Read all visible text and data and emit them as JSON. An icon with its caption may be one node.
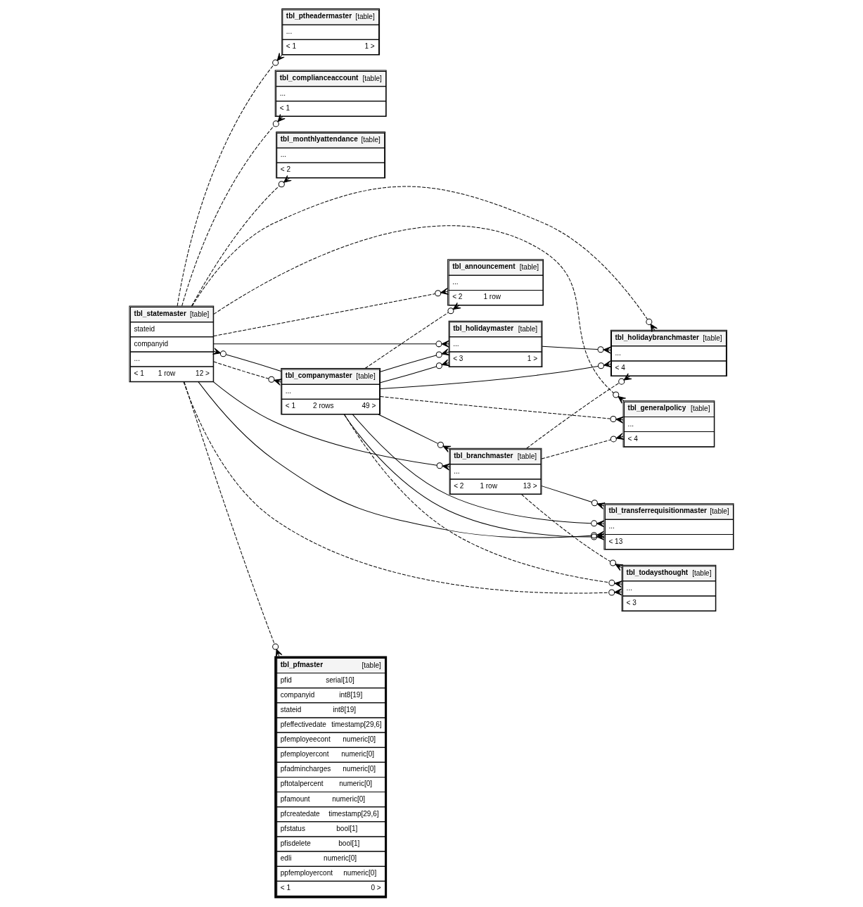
{
  "diagram": {
    "nodes": [
      {
        "text": [
          "tbl_statemaster",
          "[table]",
          "stateid",
          "companyid",
          "...",
          "< 1",
          "1 row",
          "12 >"
        ]
      },
      {
        "text": [
          "tbl_ptheadermaster",
          "[table]",
          "...",
          "< 1",
          "1 >"
        ]
      },
      {
        "text": [
          "tbl_complianceaccount",
          "[table]",
          "...",
          "< 1"
        ]
      },
      {
        "text": [
          "tbl_monthlyattendance",
          "[table]",
          "...",
          "< 2"
        ]
      },
      {
        "text": [
          "tbl_announcement",
          "[table]",
          "...",
          "< 2",
          "1 row"
        ]
      },
      {
        "text": [
          "tbl_pfmaster",
          "[table]",
          "pfid",
          "serial[10]",
          "companyid",
          "int8[19]",
          "stateid",
          "int8[19]",
          "pfeffectivedate",
          "timestamp[29,6]",
          "pfemployeecont",
          "numeric[0]",
          "pfemployercont",
          "numeric[0]",
          "pfadmincharges",
          "numeric[0]",
          "pftotalpercent",
          "numeric[0]",
          "pfamount",
          "numeric[0]",
          "pfcreatedate",
          "timestamp[29,6]",
          "pfstatus",
          "bool[1]",
          "pfisdelete",
          "bool[1]",
          "edli",
          "numeric[0]",
          "ppfemployercont",
          "numeric[0]",
          "< 1",
          "0 >"
        ]
      },
      {
        "text": [
          "tbl_holidaymaster",
          "[table]",
          "...",
          "< 3",
          "1 >"
        ]
      },
      {
        "text": [
          "tbl_holidaybranchmaster",
          "[table]",
          "...",
          "< 4"
        ]
      },
      {
        "text": [
          "tbl_generalpolicy",
          "[table]",
          "...",
          "< 4"
        ]
      },
      {
        "text": [
          "tbl_companymaster",
          "[table]",
          "...",
          "< 1",
          "2 rows",
          "49 >"
        ]
      },
      {
        "text": [
          "tbl_branchmaster",
          "[table]",
          "...",
          "< 2",
          "1 row",
          "13 >"
        ]
      },
      {
        "text": [
          "tbl_todaysthought",
          "[table]",
          "...",
          "< 3"
        ]
      },
      {
        "text": [
          "tbl_transferrequisitionmaster",
          "[table]",
          "...",
          "< 13"
        ]
      }
    ],
    "edges": [
      {
        "from": 0,
        "to": 1,
        "arrow": "other",
        "style": "dashed"
      },
      {
        "from": 0,
        "to": 2,
        "arrow": "other",
        "style": "dashed"
      },
      {
        "from": 0,
        "to": 3,
        "arrow": "other",
        "style": "dashed"
      },
      {
        "from": 0,
        "to": 4,
        "arrow": "other",
        "style": "dashed"
      },
      {
        "from": 0,
        "to": 5,
        "arrow": "other",
        "style": "dashed"
      },
      {
        "from": 0,
        "to": 6,
        "arrow": "other"
      },
      {
        "from": 0,
        "to": 7,
        "arrow": "other",
        "style": "dashed"
      },
      {
        "from": 0,
        "to": 8,
        "arrow": "other",
        "style": "dashed"
      },
      {
        "from": 0,
        "to": 9,
        "arrow": "other",
        "style": "dashed"
      },
      {
        "from": 0,
        "to": 10,
        "arrow": "other"
      },
      {
        "from": 0,
        "to": 11,
        "arrow": "other",
        "style": "dashed"
      },
      {
        "from": 0,
        "to": 12,
        "arrow": "other"
      },
      {
        "from": 9,
        "to": 0,
        "arrow": "other"
      },
      {
        "from": 9,
        "to": 4,
        "arrow": "other",
        "style": "dashed"
      },
      {
        "from": 9,
        "to": 6,
        "arrow": "other"
      },
      {
        "from": 9,
        "to": 6,
        "arrow": "other"
      },
      {
        "from": 9,
        "to": 7,
        "arrow": "other"
      },
      {
        "from": 9,
        "to": 8,
        "arrow": "other",
        "style": "dashed"
      },
      {
        "from": 9,
        "to": 10,
        "arrow": "other"
      },
      {
        "from": 9,
        "to": 11,
        "arrow": "other",
        "style": "dashed"
      },
      {
        "from": 9,
        "to": 12,
        "arrow": "other"
      },
      {
        "from": 9,
        "to": 12,
        "arrow": "other"
      },
      {
        "from": 6,
        "to": 7,
        "arrow": "other"
      },
      {
        "from": 10,
        "to": 7,
        "arrow": "other",
        "style": "dashed"
      },
      {
        "from": 10,
        "to": 8,
        "arrow": "other",
        "style": "dashed"
      },
      {
        "from": 10,
        "to": 11,
        "arrow": "other",
        "style": "dashed"
      },
      {
        "from": 10,
        "to": 12,
        "arrow": "other"
      }
    ]
  }
}
